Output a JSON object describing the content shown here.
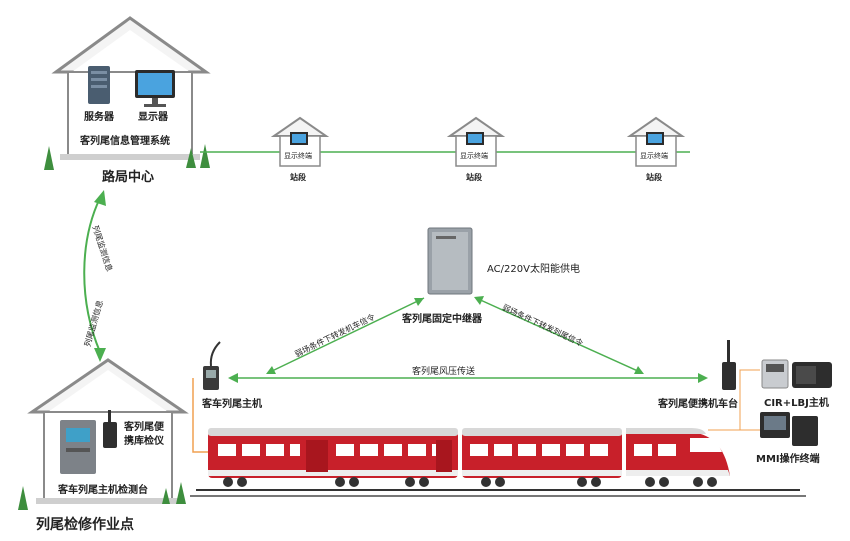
{
  "bureau": {
    "server_label": "服务器",
    "monitor_label": "显示器",
    "system_label": "客列尾信息管理系统",
    "title": "路局中心"
  },
  "stations": [
    {
      "screen_label": "显示终端",
      "name": "站段"
    },
    {
      "screen_label": "显示终端",
      "name": "站段"
    },
    {
      "screen_label": "显示终端",
      "name": "站段"
    }
  ],
  "links": {
    "upper_vertical": "列尾监测信息",
    "lower_vertical": "列尾监测信息",
    "left_diagonal": "弱场条件下转发机车信令",
    "right_diagonal": "弱场条件下转发列尾信令",
    "horizontal": "客列尾风压传送"
  },
  "relay": {
    "power_label": "AC/220V太阳能供电",
    "name": "客列尾固定中继器"
  },
  "devices": {
    "host_label": "客车列尾主机",
    "portable_label": "客列尾便携机车台",
    "cir_label": "CIR+LBJ主机",
    "mmi_label": "MMI操作终端"
  },
  "workshop": {
    "tester_line1": "客列尾便",
    "tester_line2": "携库检仪",
    "bench_label": "客车列尾主机检测台",
    "title": "列尾检修作业点"
  },
  "colors": {
    "link_green": "#4caf50",
    "train_red": "#c8202a",
    "signal_orange": "#f0a050"
  }
}
